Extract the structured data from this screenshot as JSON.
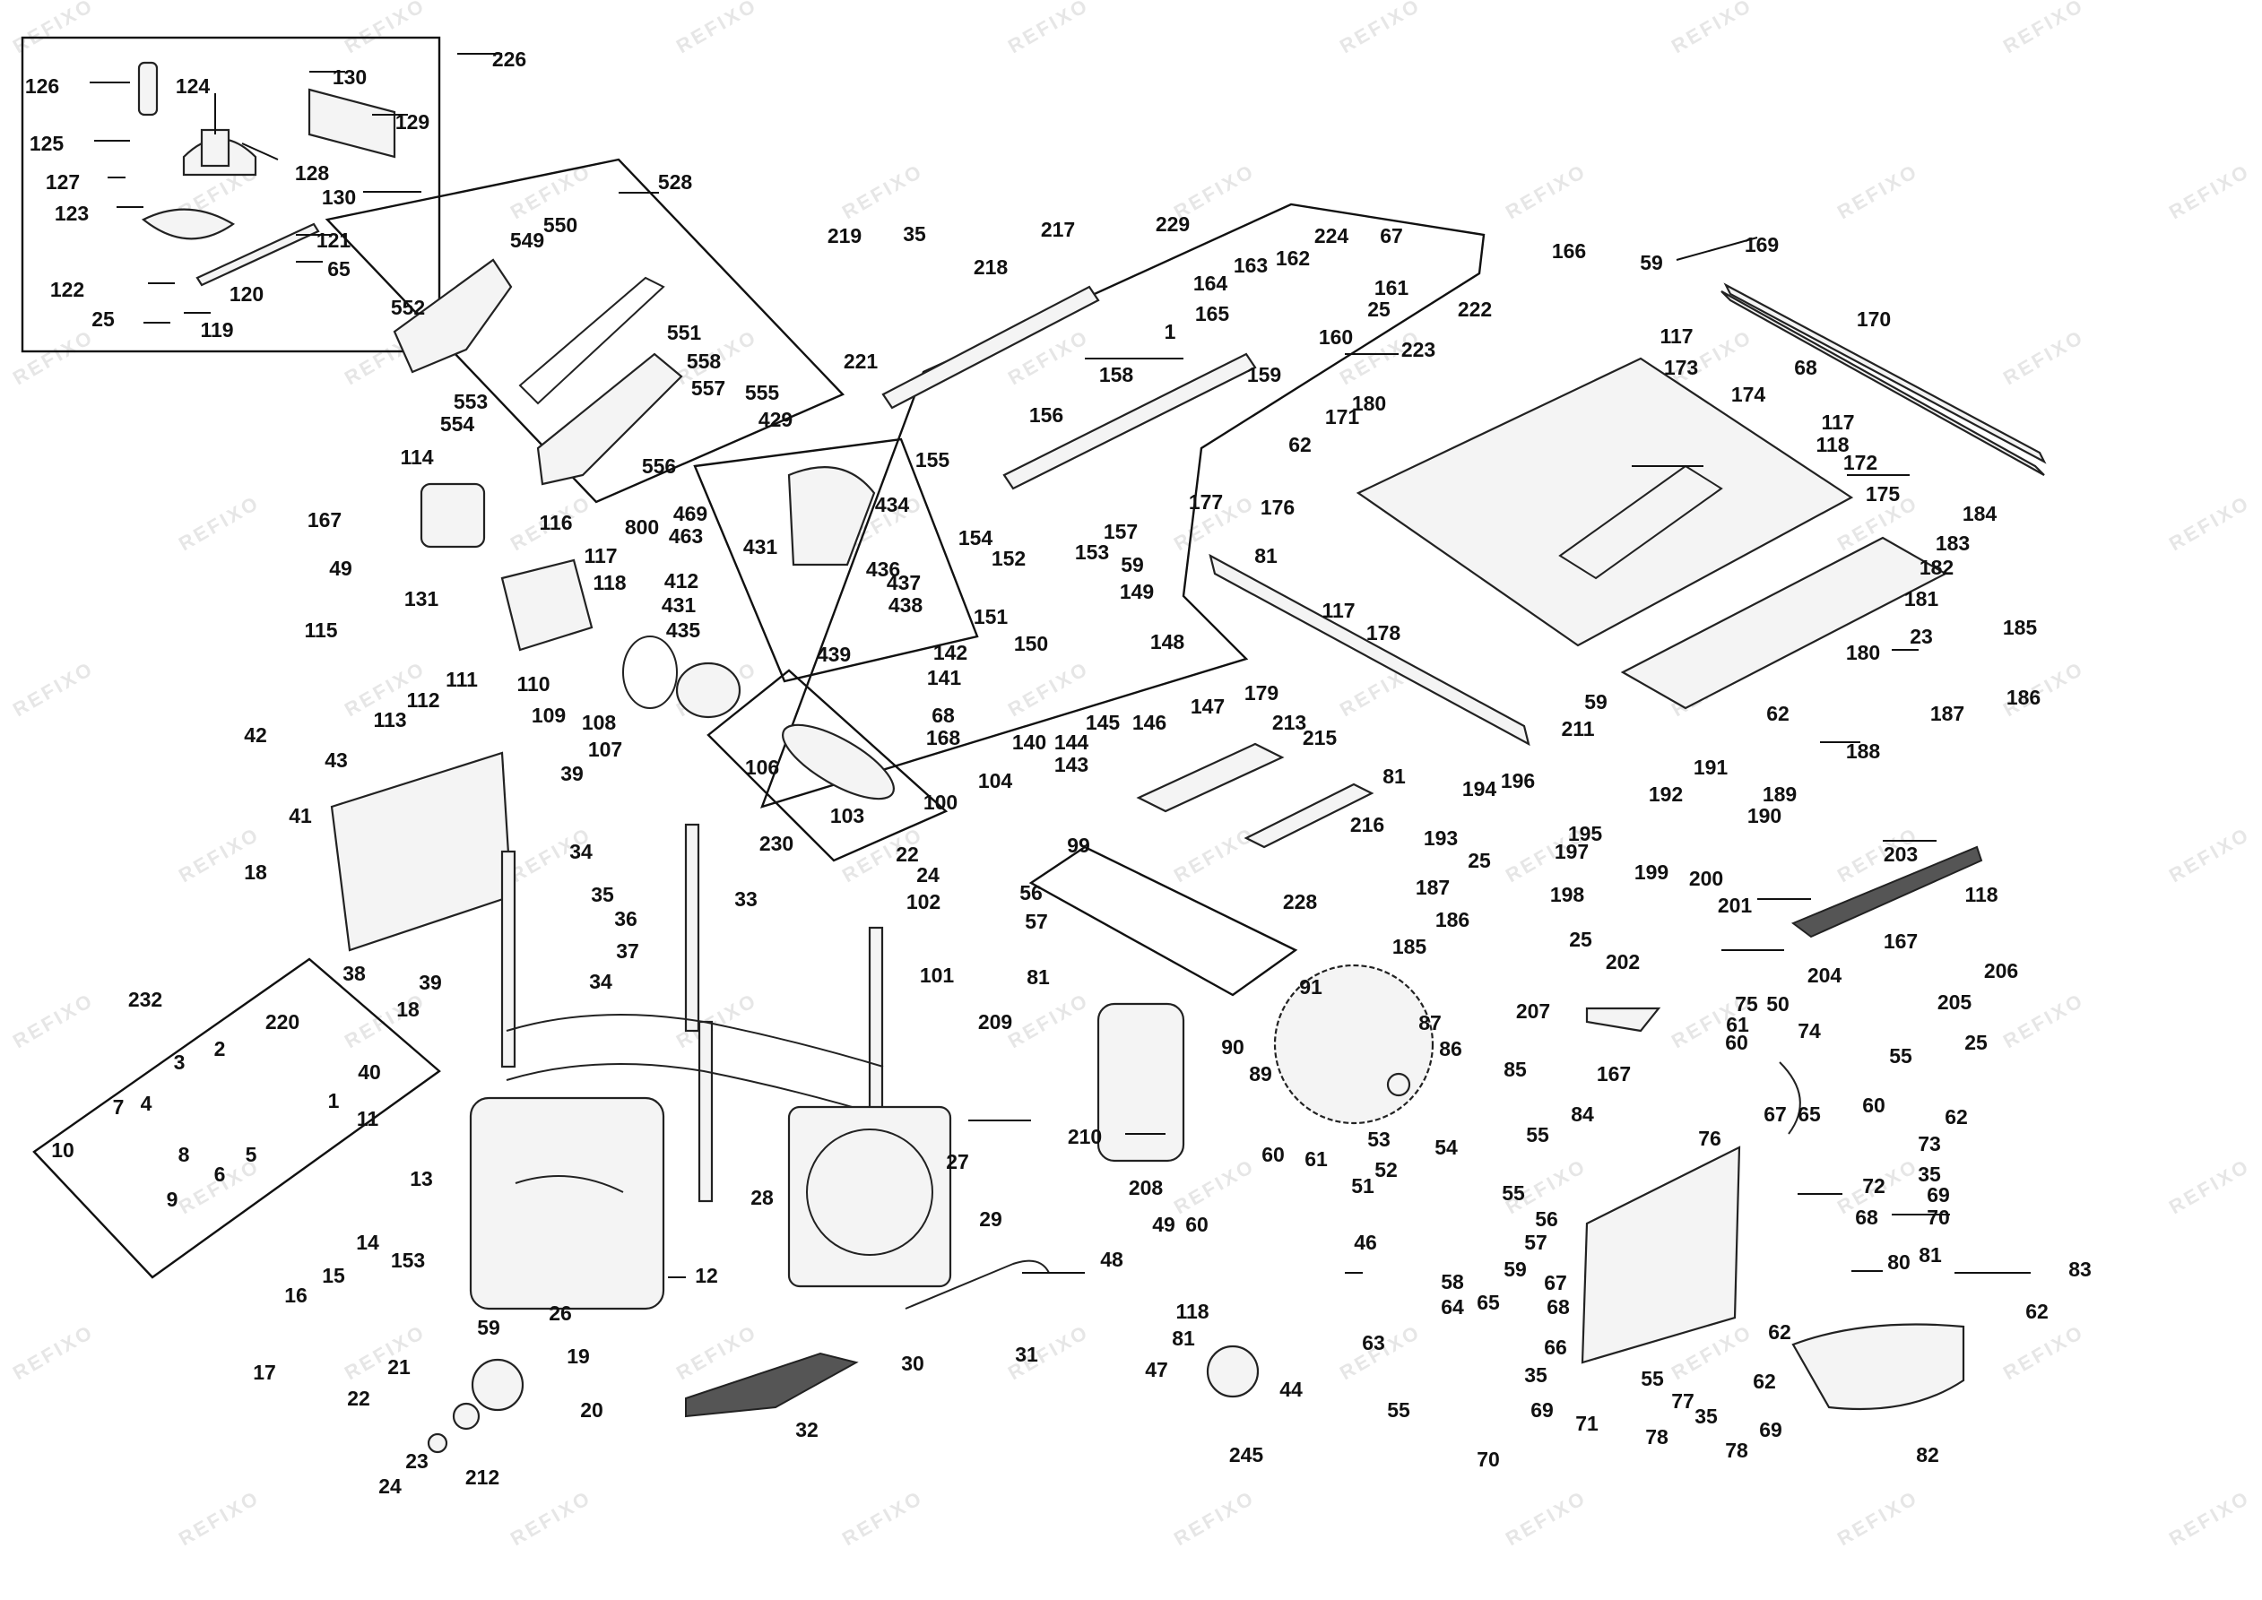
{
  "watermark": "REFIXO",
  "callouts": [
    {
      "id": "c226",
      "text": "226"
    },
    {
      "id": "c126",
      "text": "126"
    },
    {
      "id": "c124",
      "text": "124"
    },
    {
      "id": "c130a",
      "text": "130"
    },
    {
      "id": "c129",
      "text": "129"
    },
    {
      "id": "c125",
      "text": "125"
    },
    {
      "id": "c128",
      "text": "128"
    },
    {
      "id": "c127",
      "text": "127"
    },
    {
      "id": "c130b",
      "text": "130"
    },
    {
      "id": "c123",
      "text": "123"
    },
    {
      "id": "c121",
      "text": "121"
    },
    {
      "id": "c65a",
      "text": "65"
    },
    {
      "id": "c122",
      "text": "122"
    },
    {
      "id": "c120",
      "text": "120"
    },
    {
      "id": "c25a",
      "text": "25"
    },
    {
      "id": "c119",
      "text": "119"
    },
    {
      "id": "c528",
      "text": "528"
    },
    {
      "id": "c550",
      "text": "550"
    },
    {
      "id": "c549",
      "text": "549"
    },
    {
      "id": "c552",
      "text": "552"
    },
    {
      "id": "c551",
      "text": "551"
    },
    {
      "id": "c558",
      "text": "558"
    },
    {
      "id": "c557",
      "text": "557"
    },
    {
      "id": "c555",
      "text": "555"
    },
    {
      "id": "c553",
      "text": "553"
    },
    {
      "id": "c554",
      "text": "554"
    },
    {
      "id": "c556",
      "text": "556"
    },
    {
      "id": "c800",
      "text": "800"
    },
    {
      "id": "c219",
      "text": "219"
    },
    {
      "id": "c35a",
      "text": "35"
    },
    {
      "id": "c217",
      "text": "217"
    },
    {
      "id": "c229",
      "text": "229"
    },
    {
      "id": "c218",
      "text": "218"
    },
    {
      "id": "c221",
      "text": "221"
    },
    {
      "id": "c224",
      "text": "224"
    },
    {
      "id": "c67a",
      "text": "67"
    },
    {
      "id": "c163",
      "text": "163"
    },
    {
      "id": "c162",
      "text": "162"
    },
    {
      "id": "c161",
      "text": "161"
    },
    {
      "id": "c164",
      "text": "164"
    },
    {
      "id": "c25b",
      "text": "25"
    },
    {
      "id": "c165",
      "text": "165"
    },
    {
      "id": "c160",
      "text": "160"
    },
    {
      "id": "c1a",
      "text": "1"
    },
    {
      "id": "c158",
      "text": "158"
    },
    {
      "id": "c159",
      "text": "159"
    },
    {
      "id": "c166",
      "text": "166"
    },
    {
      "id": "c59a",
      "text": "59"
    },
    {
      "id": "c169",
      "text": "169"
    },
    {
      "id": "c170",
      "text": "170"
    },
    {
      "id": "c222",
      "text": "222"
    },
    {
      "id": "c223",
      "text": "223"
    },
    {
      "id": "c117a",
      "text": "117"
    },
    {
      "id": "c173",
      "text": "173"
    },
    {
      "id": "c68a",
      "text": "68"
    },
    {
      "id": "c174",
      "text": "174"
    },
    {
      "id": "c171",
      "text": "171"
    },
    {
      "id": "c180a",
      "text": "180"
    },
    {
      "id": "c62a",
      "text": "62"
    },
    {
      "id": "c117b",
      "text": "117"
    },
    {
      "id": "c118a",
      "text": "118"
    },
    {
      "id": "c172",
      "text": "172"
    },
    {
      "id": "c175",
      "text": "175"
    },
    {
      "id": "c429",
      "text": "429"
    },
    {
      "id": "c156",
      "text": "156"
    },
    {
      "id": "c155",
      "text": "155"
    },
    {
      "id": "c434",
      "text": "434"
    },
    {
      "id": "c469",
      "text": "469"
    },
    {
      "id": "c463",
      "text": "463"
    },
    {
      "id": "c431a",
      "text": "431"
    },
    {
      "id": "c412",
      "text": "412"
    },
    {
      "id": "c431b",
      "text": "431"
    },
    {
      "id": "c435",
      "text": "435"
    },
    {
      "id": "c436",
      "text": "436"
    },
    {
      "id": "c437",
      "text": "437"
    },
    {
      "id": "c438",
      "text": "438"
    },
    {
      "id": "c439",
      "text": "439"
    },
    {
      "id": "c114",
      "text": "114"
    },
    {
      "id": "c167a",
      "text": "167"
    },
    {
      "id": "c116",
      "text": "116"
    },
    {
      "id": "c117c",
      "text": "117"
    },
    {
      "id": "c49a",
      "text": "49"
    },
    {
      "id": "c118b",
      "text": "118"
    },
    {
      "id": "c131",
      "text": "131"
    },
    {
      "id": "c115",
      "text": "115"
    },
    {
      "id": "c111",
      "text": "111"
    },
    {
      "id": "c112",
      "text": "112"
    },
    {
      "id": "c110",
      "text": "110"
    },
    {
      "id": "c113",
      "text": "113"
    },
    {
      "id": "c109",
      "text": "109"
    },
    {
      "id": "c108",
      "text": "108"
    },
    {
      "id": "c107",
      "text": "107"
    },
    {
      "id": "c42",
      "text": "42"
    },
    {
      "id": "c43",
      "text": "43"
    },
    {
      "id": "c154",
      "text": "154"
    },
    {
      "id": "c157",
      "text": "157"
    },
    {
      "id": "c153a",
      "text": "153"
    },
    {
      "id": "c152",
      "text": "152"
    },
    {
      "id": "c59b",
      "text": "59"
    },
    {
      "id": "c151",
      "text": "151"
    },
    {
      "id": "c149",
      "text": "149"
    },
    {
      "id": "c177",
      "text": "177"
    },
    {
      "id": "c176",
      "text": "176"
    },
    {
      "id": "c184",
      "text": "184"
    },
    {
      "id": "c183",
      "text": "183"
    },
    {
      "id": "c182",
      "text": "182"
    },
    {
      "id": "c81a",
      "text": "81"
    },
    {
      "id": "c117d",
      "text": "117"
    },
    {
      "id": "c181",
      "text": "181"
    },
    {
      "id": "c178",
      "text": "178"
    },
    {
      "id": "c185a",
      "text": "185"
    },
    {
      "id": "c23a",
      "text": "23"
    },
    {
      "id": "c180b",
      "text": "180"
    },
    {
      "id": "c186a",
      "text": "186"
    },
    {
      "id": "c187a",
      "text": "187"
    },
    {
      "id": "c62b",
      "text": "62"
    },
    {
      "id": "c142",
      "text": "142"
    },
    {
      "id": "c150",
      "text": "150"
    },
    {
      "id": "c148",
      "text": "148"
    },
    {
      "id": "c141",
      "text": "141"
    },
    {
      "id": "c147",
      "text": "147"
    },
    {
      "id": "c146",
      "text": "146"
    },
    {
      "id": "c145",
      "text": "145"
    },
    {
      "id": "c144",
      "text": "144"
    },
    {
      "id": "c140",
      "text": "140"
    },
    {
      "id": "c143",
      "text": "143"
    },
    {
      "id": "c179",
      "text": "179"
    },
    {
      "id": "c211",
      "text": "211"
    },
    {
      "id": "c59c",
      "text": "59"
    },
    {
      "id": "c188",
      "text": "188"
    },
    {
      "id": "c68b",
      "text": "68"
    },
    {
      "id": "c168",
      "text": "168"
    },
    {
      "id": "c106",
      "text": "106"
    },
    {
      "id": "c104",
      "text": "104"
    },
    {
      "id": "c103",
      "text": "103"
    },
    {
      "id": "c100",
      "text": "100"
    },
    {
      "id": "c230",
      "text": "230"
    },
    {
      "id": "c39a",
      "text": "39"
    },
    {
      "id": "c41",
      "text": "41"
    },
    {
      "id": "c213",
      "text": "213"
    },
    {
      "id": "c215",
      "text": "215"
    },
    {
      "id": "c81b",
      "text": "81"
    },
    {
      "id": "c216",
      "text": "216"
    },
    {
      "id": "c191",
      "text": "191"
    },
    {
      "id": "c192",
      "text": "192"
    },
    {
      "id": "c189",
      "text": "189"
    },
    {
      "id": "c190",
      "text": "190"
    },
    {
      "id": "c194",
      "text": "194"
    },
    {
      "id": "c196",
      "text": "196"
    },
    {
      "id": "c195",
      "text": "195"
    },
    {
      "id": "c193",
      "text": "193"
    },
    {
      "id": "c197",
      "text": "197"
    },
    {
      "id": "c203",
      "text": "203"
    },
    {
      "id": "c22a",
      "text": "22"
    },
    {
      "id": "c99",
      "text": "99"
    },
    {
      "id": "c24a",
      "text": "24"
    },
    {
      "id": "c18a",
      "text": "18"
    },
    {
      "id": "c34a",
      "text": "34"
    },
    {
      "id": "c33",
      "text": "33"
    },
    {
      "id": "c35b",
      "text": "35"
    },
    {
      "id": "c36",
      "text": "36"
    },
    {
      "id": "c102",
      "text": "102"
    },
    {
      "id": "c56a",
      "text": "56"
    },
    {
      "id": "c57a",
      "text": "57"
    },
    {
      "id": "c228",
      "text": "228"
    },
    {
      "id": "c25c",
      "text": "25"
    },
    {
      "id": "c187b",
      "text": "187"
    },
    {
      "id": "c199",
      "text": "199"
    },
    {
      "id": "c200",
      "text": "200"
    },
    {
      "id": "c198",
      "text": "198"
    },
    {
      "id": "c186b",
      "text": "186"
    },
    {
      "id": "c185b",
      "text": "185"
    },
    {
      "id": "c201",
      "text": "201"
    },
    {
      "id": "c25d",
      "text": "25"
    },
    {
      "id": "c118c",
      "text": "118"
    },
    {
      "id": "c167b",
      "text": "167"
    },
    {
      "id": "c206",
      "text": "206"
    },
    {
      "id": "c202",
      "text": "202"
    },
    {
      "id": "c204",
      "text": "204"
    },
    {
      "id": "c205",
      "text": "205"
    },
    {
      "id": "c25e",
      "text": "25"
    },
    {
      "id": "c37",
      "text": "37"
    },
    {
      "id": "c38",
      "text": "38"
    },
    {
      "id": "c39b",
      "text": "39"
    },
    {
      "id": "c18b",
      "text": "18"
    },
    {
      "id": "c34b",
      "text": "34"
    },
    {
      "id": "c101",
      "text": "101"
    },
    {
      "id": "c81c",
      "text": "81"
    },
    {
      "id": "c91",
      "text": "91"
    },
    {
      "id": "c209",
      "text": "209"
    },
    {
      "id": "c90",
      "text": "90"
    },
    {
      "id": "c89",
      "text": "89"
    },
    {
      "id": "c87",
      "text": "87"
    },
    {
      "id": "c86",
      "text": "86"
    },
    {
      "id": "c207",
      "text": "207"
    },
    {
      "id": "c75",
      "text": "75"
    },
    {
      "id": "c50",
      "text": "50"
    },
    {
      "id": "c61a",
      "text": "61"
    },
    {
      "id": "c74",
      "text": "74"
    },
    {
      "id": "c60a",
      "text": "60"
    },
    {
      "id": "c232",
      "text": "232"
    },
    {
      "id": "c220",
      "text": "220"
    },
    {
      "id": "c2",
      "text": "2"
    },
    {
      "id": "c3",
      "text": "3"
    },
    {
      "id": "c40",
      "text": "40"
    },
    {
      "id": "c4",
      "text": "4"
    },
    {
      "id": "c1b",
      "text": "1"
    },
    {
      "id": "c7",
      "text": "7"
    },
    {
      "id": "c11",
      "text": "11"
    },
    {
      "id": "c10",
      "text": "10"
    },
    {
      "id": "c5",
      "text": "5"
    },
    {
      "id": "c8",
      "text": "8"
    },
    {
      "id": "c6",
      "text": "6"
    },
    {
      "id": "c9",
      "text": "9"
    },
    {
      "id": "c85",
      "text": "85"
    },
    {
      "id": "c167c",
      "text": "167"
    },
    {
      "id": "c55a",
      "text": "55"
    },
    {
      "id": "c84",
      "text": "84"
    },
    {
      "id": "c55b",
      "text": "55"
    },
    {
      "id": "c76",
      "text": "76"
    },
    {
      "id": "c60b",
      "text": "60"
    },
    {
      "id": "c62c",
      "text": "62"
    },
    {
      "id": "c73",
      "text": "73"
    },
    {
      "id": "c35c",
      "text": "35"
    },
    {
      "id": "c69a",
      "text": "69"
    },
    {
      "id": "c70a",
      "text": "70"
    },
    {
      "id": "c210",
      "text": "210"
    },
    {
      "id": "c27",
      "text": "27"
    },
    {
      "id": "c53",
      "text": "53"
    },
    {
      "id": "c54",
      "text": "54"
    },
    {
      "id": "c52",
      "text": "52"
    },
    {
      "id": "c51",
      "text": "51"
    },
    {
      "id": "c55c",
      "text": "55"
    },
    {
      "id": "c60c",
      "text": "60"
    },
    {
      "id": "c61b",
      "text": "61"
    },
    {
      "id": "c56b",
      "text": "56"
    },
    {
      "id": "c57b",
      "text": "57"
    },
    {
      "id": "c67b",
      "text": "67"
    },
    {
      "id": "c65b",
      "text": "65"
    },
    {
      "id": "c72",
      "text": "72"
    },
    {
      "id": "c68c",
      "text": "68"
    },
    {
      "id": "c208",
      "text": "208"
    },
    {
      "id": "c13",
      "text": "13"
    },
    {
      "id": "c28",
      "text": "28"
    },
    {
      "id": "c29",
      "text": "29"
    },
    {
      "id": "c49b",
      "text": "49"
    },
    {
      "id": "c60d",
      "text": "60"
    },
    {
      "id": "c48",
      "text": "48"
    },
    {
      "id": "c46",
      "text": "46"
    },
    {
      "id": "c58",
      "text": "58"
    },
    {
      "id": "c59d",
      "text": "59"
    },
    {
      "id": "c14",
      "text": "14"
    },
    {
      "id": "c153b",
      "text": "153"
    },
    {
      "id": "c12",
      "text": "12"
    },
    {
      "id": "c15",
      "text": "15"
    },
    {
      "id": "c16",
      "text": "16"
    },
    {
      "id": "c67c",
      "text": "67"
    },
    {
      "id": "c64",
      "text": "64"
    },
    {
      "id": "c65c",
      "text": "65"
    },
    {
      "id": "c68d",
      "text": "68"
    },
    {
      "id": "c80",
      "text": "80"
    },
    {
      "id": "c81d",
      "text": "81"
    },
    {
      "id": "c83",
      "text": "83"
    },
    {
      "id": "c62d",
      "text": "62"
    },
    {
      "id": "c26",
      "text": "26"
    },
    {
      "id": "c59e",
      "text": "59"
    },
    {
      "id": "c118d",
      "text": "118"
    },
    {
      "id": "c81e",
      "text": "81"
    },
    {
      "id": "c63",
      "text": "63"
    },
    {
      "id": "c66",
      "text": "66"
    },
    {
      "id": "c62e",
      "text": "62"
    },
    {
      "id": "c30",
      "text": "30"
    },
    {
      "id": "c31",
      "text": "31"
    },
    {
      "id": "c21",
      "text": "21"
    },
    {
      "id": "c19",
      "text": "19"
    },
    {
      "id": "c17",
      "text": "17"
    },
    {
      "id": "c47",
      "text": "47"
    },
    {
      "id": "c44",
      "text": "44"
    },
    {
      "id": "c35d",
      "text": "35"
    },
    {
      "id": "c55d",
      "text": "55"
    },
    {
      "id": "c71",
      "text": "71"
    },
    {
      "id": "c77",
      "text": "77"
    },
    {
      "id": "c22b",
      "text": "22"
    },
    {
      "id": "c20",
      "text": "20"
    },
    {
      "id": "c69b",
      "text": "69"
    },
    {
      "id": "c55e",
      "text": "55"
    },
    {
      "id": "c62f",
      "text": "62"
    },
    {
      "id": "c78a",
      "text": "78"
    },
    {
      "id": "c35e",
      "text": "35"
    },
    {
      "id": "c69c",
      "text": "69"
    },
    {
      "id": "c23b",
      "text": "23"
    },
    {
      "id": "c245",
      "text": "245"
    },
    {
      "id": "c32",
      "text": "32"
    },
    {
      "id": "c70b",
      "text": "70"
    },
    {
      "id": "c78b",
      "text": "78"
    },
    {
      "id": "c82",
      "text": "82"
    },
    {
      "id": "c24b",
      "text": "24"
    },
    {
      "id": "c212",
      "text": "212"
    }
  ]
}
